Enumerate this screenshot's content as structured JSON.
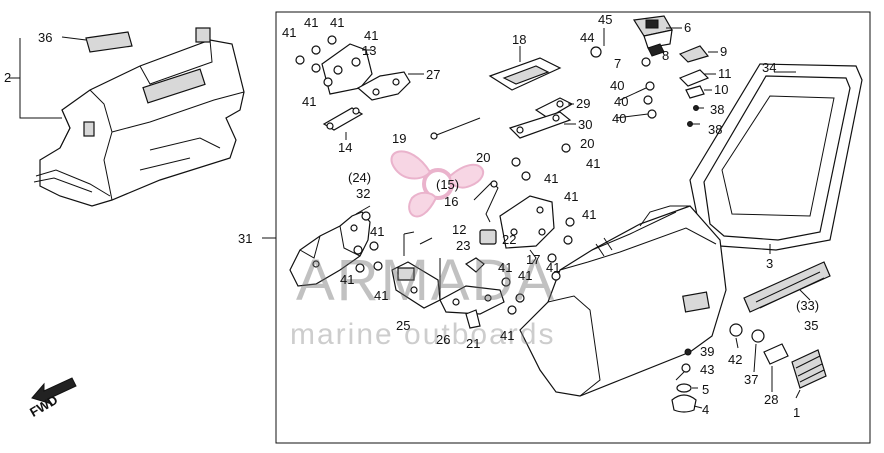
{
  "watermark": {
    "brand": "ARMADA",
    "tagline": "marine outboards"
  },
  "direction_marker": "FWD",
  "callouts": [
    {
      "id": "c1",
      "text": "1"
    },
    {
      "id": "c2",
      "text": "2"
    },
    {
      "id": "c3",
      "text": "3"
    },
    {
      "id": "c4",
      "text": "4"
    },
    {
      "id": "c5",
      "text": "5"
    },
    {
      "id": "c6",
      "text": "6"
    },
    {
      "id": "c7",
      "text": "7"
    },
    {
      "id": "c8",
      "text": "8"
    },
    {
      "id": "c9",
      "text": "9"
    },
    {
      "id": "c10",
      "text": "10"
    },
    {
      "id": "c11",
      "text": "11"
    },
    {
      "id": "c12",
      "text": "12"
    },
    {
      "id": "c13",
      "text": "13"
    },
    {
      "id": "c14",
      "text": "14"
    },
    {
      "id": "c15",
      "text": "(15)"
    },
    {
      "id": "c16",
      "text": "16"
    },
    {
      "id": "c17",
      "text": "17"
    },
    {
      "id": "c18",
      "text": "18"
    },
    {
      "id": "c19",
      "text": "19"
    },
    {
      "id": "c20a",
      "text": "20"
    },
    {
      "id": "c20b",
      "text": "20"
    },
    {
      "id": "c21",
      "text": "21"
    },
    {
      "id": "c22",
      "text": "22"
    },
    {
      "id": "c23",
      "text": "23"
    },
    {
      "id": "c24",
      "text": "(24)"
    },
    {
      "id": "c25",
      "text": "25"
    },
    {
      "id": "c26",
      "text": "26"
    },
    {
      "id": "c27",
      "text": "27"
    },
    {
      "id": "c28",
      "text": "28"
    },
    {
      "id": "c29",
      "text": "29"
    },
    {
      "id": "c30",
      "text": "30"
    },
    {
      "id": "c31",
      "text": "31"
    },
    {
      "id": "c32",
      "text": "32"
    },
    {
      "id": "c33",
      "text": "(33)"
    },
    {
      "id": "c34",
      "text": "34"
    },
    {
      "id": "c35",
      "text": "35"
    },
    {
      "id": "c36",
      "text": "36"
    },
    {
      "id": "c37",
      "text": "37"
    },
    {
      "id": "c38a",
      "text": "38"
    },
    {
      "id": "c38b",
      "text": "38"
    },
    {
      "id": "c39",
      "text": "39"
    },
    {
      "id": "c40a",
      "text": "40"
    },
    {
      "id": "c40b",
      "text": "40"
    },
    {
      "id": "c40c",
      "text": "40"
    },
    {
      "id": "c41a",
      "text": "41"
    },
    {
      "id": "c41b",
      "text": "41"
    },
    {
      "id": "c41c",
      "text": "41"
    },
    {
      "id": "c41d",
      "text": "41"
    },
    {
      "id": "c41e",
      "text": "41"
    },
    {
      "id": "c41f",
      "text": "41"
    },
    {
      "id": "c41g",
      "text": "41"
    },
    {
      "id": "c41h",
      "text": "41"
    },
    {
      "id": "c41i",
      "text": "41"
    },
    {
      "id": "c41j",
      "text": "41"
    },
    {
      "id": "c41k",
      "text": "41"
    },
    {
      "id": "c41l",
      "text": "41"
    },
    {
      "id": "c41m",
      "text": "41"
    },
    {
      "id": "c41n",
      "text": "41"
    },
    {
      "id": "c41o",
      "text": "41"
    },
    {
      "id": "c41p",
      "text": "41"
    },
    {
      "id": "c42",
      "text": "42"
    },
    {
      "id": "c43",
      "text": "43"
    },
    {
      "id": "c44",
      "text": "44"
    },
    {
      "id": "c45",
      "text": "45"
    }
  ]
}
